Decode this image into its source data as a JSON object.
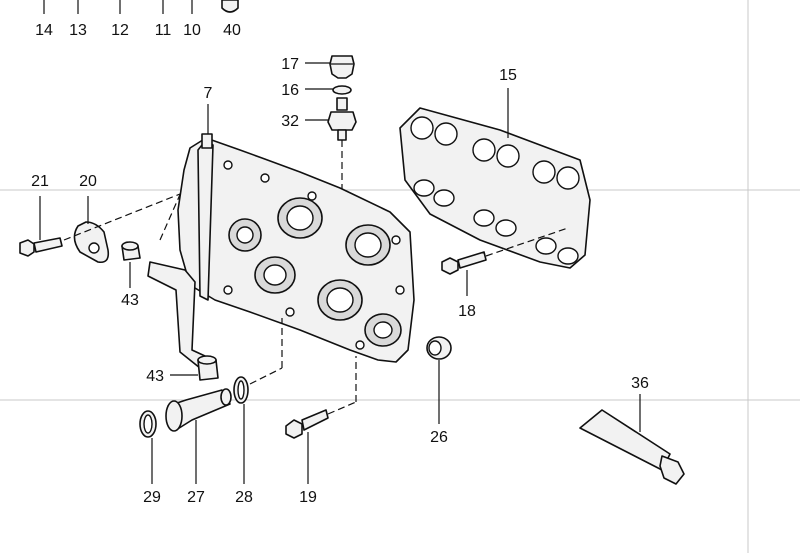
{
  "diagram": {
    "callouts": {
      "c14": "14",
      "c13": "13",
      "c12": "12",
      "c11": "11",
      "c10": "10",
      "c40": "40",
      "c17": "17",
      "c16": "16",
      "c32": "32",
      "c7": "7",
      "c15": "15",
      "c21": "21",
      "c20": "20",
      "c43a": "43",
      "c43b": "43",
      "c18": "18",
      "c26": "26",
      "c36": "36",
      "c29": "29",
      "c27": "27",
      "c28": "28",
      "c19": "19"
    },
    "colors": {
      "line": "#111111",
      "fill": "#f2f2f2",
      "frame": "#c8c8c8"
    }
  }
}
